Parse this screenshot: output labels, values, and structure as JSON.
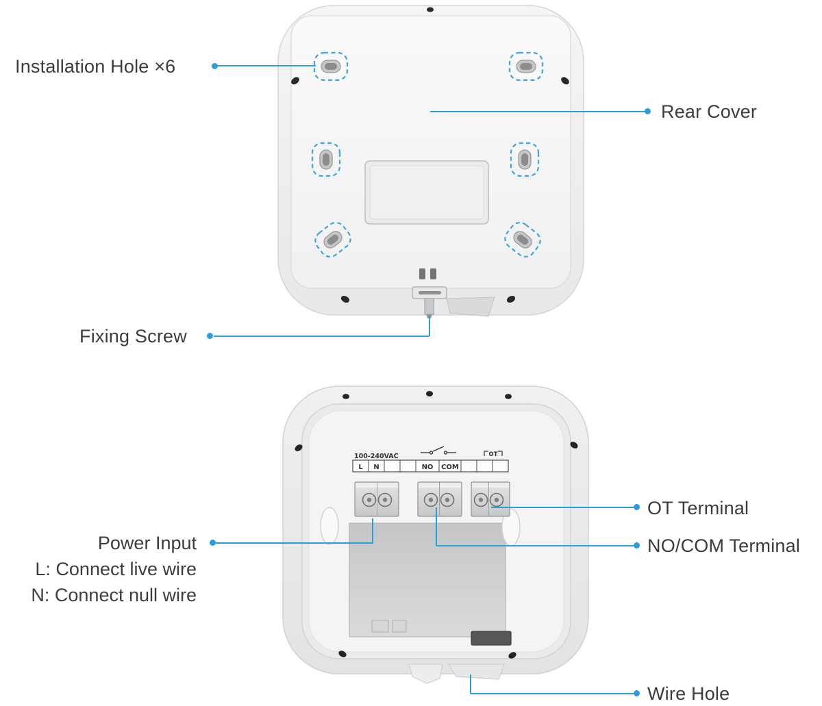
{
  "diagram": {
    "callouts": {
      "installation_hole": "Installation Hole ×6",
      "rear_cover": "Rear Cover",
      "fixing_screw": "Fixing Screw",
      "power_input": "Power Input",
      "power_input_live": "L: Connect live wire",
      "power_input_null": "N: Connect null wire",
      "ot_terminal": "OT Terminal",
      "no_com_terminal": "NO/COM Terminal",
      "wire_hole": "Wire Hole"
    },
    "terminal": {
      "voltage": "100-240VAC",
      "l": "L",
      "n": "N",
      "no": "NO",
      "com": "COM",
      "ot": "OT"
    },
    "colors": {
      "accent": "#2D9CDB",
      "label_text": "#3B3C3E",
      "hole_dash": "#3FA3DC"
    }
  }
}
